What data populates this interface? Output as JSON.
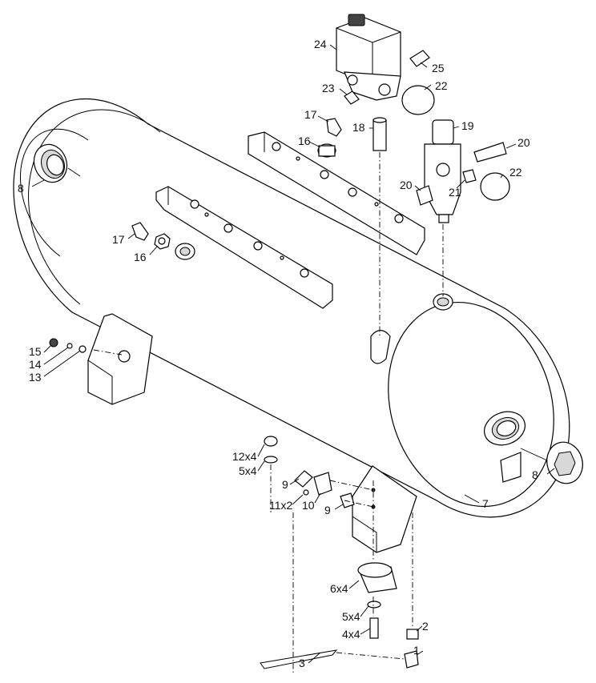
{
  "callouts": {
    "p1": "1",
    "p2": "2",
    "p3": "3",
    "p4x4": "4x4",
    "p5x4a": "5x4",
    "p5x4b": "5x4",
    "p6x4": "6x4",
    "p7": "7",
    "p8a": "8",
    "p8b": "8",
    "p9a": "9",
    "p9b": "9",
    "p10": "10",
    "p11x2": "11x2",
    "p12x4": "12x4",
    "p13": "13",
    "p14": "14",
    "p15": "15",
    "p16a": "16",
    "p16b": "16",
    "p17a": "17",
    "p17b": "17",
    "p18": "18",
    "p19": "19",
    "p20a": "20",
    "p20b": "20",
    "p21": "21",
    "p22a": "22",
    "p22b": "22",
    "p23": "23",
    "p24": "24",
    "p25": "25"
  },
  "colors": {
    "line": "#000000",
    "fill": "#ffffff",
    "shade": "#d8d8d8"
  }
}
